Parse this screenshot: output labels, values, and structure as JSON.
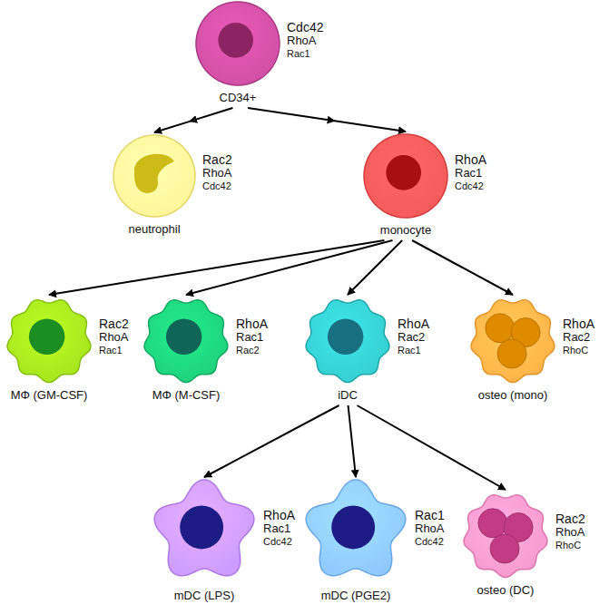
{
  "diagram": {
    "nodes": [
      {
        "text": [
          "Cdc42",
          "RhoA",
          "Rac1",
          "CD34+"
        ]
      },
      {
        "text": [
          "Rac2",
          "RhoA",
          "Cdc42",
          "neutrophil"
        ]
      },
      {
        "text": [
          "RhoA",
          "Rac1",
          "Cdc42",
          "monocyte"
        ]
      },
      {
        "text": [
          "Rac2",
          "RhoA",
          "Rac1",
          "MΦ (GM-CSF)"
        ]
      },
      {
        "text": [
          "RhoA",
          "Rac1",
          "Rac2",
          "MΦ (M-CSF)"
        ]
      },
      {
        "text": [
          "RhoA",
          "Rac2",
          "Rac1",
          "iDC"
        ]
      },
      {
        "text": [
          "RhoA",
          "Rac2",
          "RhoC",
          "osteo (mono)"
        ]
      },
      {
        "text": [
          "RhoA",
          "Rac1",
          "Cdc42",
          "mDC (LPS)"
        ]
      },
      {
        "text": [
          "Rac1",
          "RhoA",
          "Cdc42",
          "mDC (PGE2)"
        ]
      },
      {
        "text": [
          "Rac2",
          "RhoA",
          "RhoC",
          "osteo (DC)"
        ]
      }
    ],
    "edges": [
      {
        "from": 0,
        "to": 1,
        "arrow": "to"
      },
      {
        "from": 0,
        "to": 2,
        "arrow": "to"
      },
      {
        "from": 2,
        "to": 3,
        "arrow": "to"
      },
      {
        "from": 2,
        "to": 4,
        "arrow": "to"
      },
      {
        "from": 2,
        "to": 5,
        "arrow": "to"
      },
      {
        "from": 2,
        "to": 6,
        "arrow": "to"
      },
      {
        "from": 5,
        "to": 7,
        "arrow": "to"
      },
      {
        "from": 5,
        "to": 8,
        "arrow": "to"
      },
      {
        "from": 5,
        "to": 9,
        "arrow": "to"
      }
    ]
  }
}
